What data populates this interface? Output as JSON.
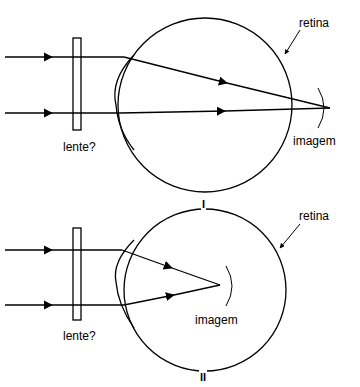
{
  "diagram": {
    "labels": [
      "retina",
      "imagem",
      "lente?",
      "I",
      "retina",
      "imagem",
      "lente?",
      "II"
    ]
  }
}
